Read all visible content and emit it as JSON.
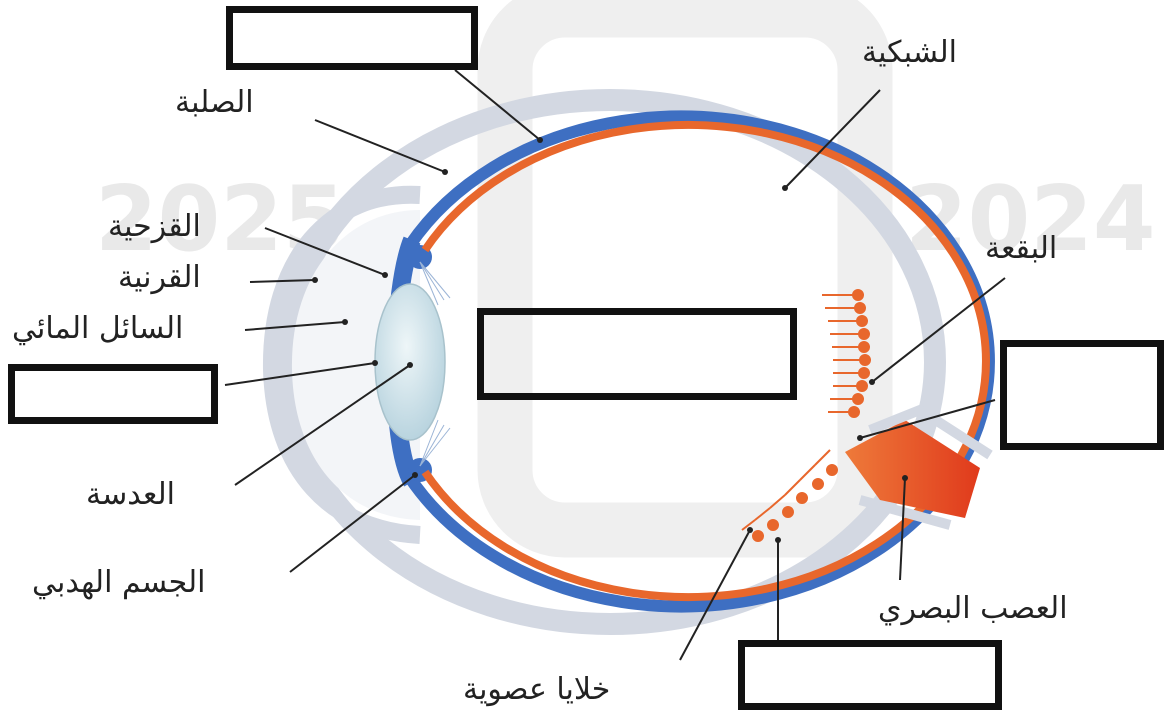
{
  "diagram": {
    "labels": {
      "sclera": "الصلبة",
      "retina": "الشبكية",
      "iris": "القزحية",
      "cornea": "القرنية",
      "aqueous_humor": "السائل المائي",
      "fovea": "البقعة",
      "lens": "العدسة",
      "ciliary_body": "الجسم الهدبي",
      "optic_nerve": "العصب البصري",
      "rod_cells": "خلايا عصوية"
    },
    "watermark": {
      "year_left": "2025",
      "year_right": "2024"
    },
    "colors": {
      "choroid_blue": "#3e6fc2",
      "retina_orange": "#e8672c",
      "sclera_gray": "#d3d8e2",
      "lens_fill": "#cfe3ea",
      "optic_nerve": "#e8501f",
      "watermark": "#e6e6e6",
      "box_border": "#111111"
    }
  }
}
